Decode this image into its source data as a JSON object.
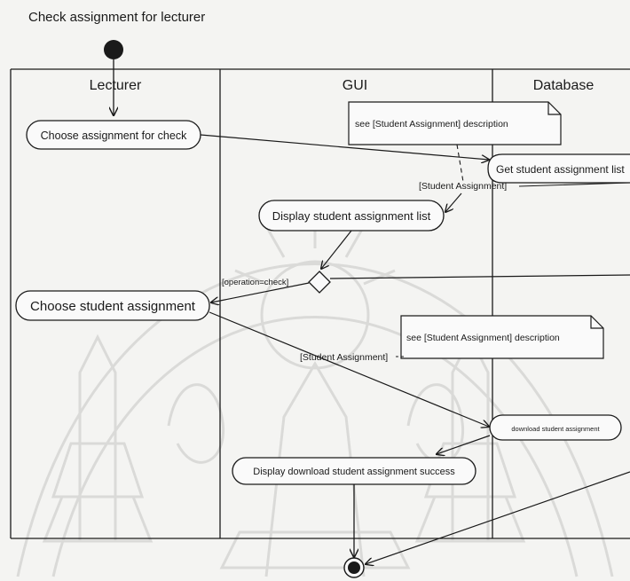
{
  "diagram": {
    "title": "Check assignment for lecturer",
    "lanes": {
      "lecturer": "Lecturer",
      "gui": "GUI",
      "database": "Database"
    },
    "actions": {
      "choose_assignment": "Choose assignment for check",
      "get_list": "Get student assignment list",
      "display_list": "Display student assignment list",
      "choose_student_assignment": "Choose student assignment",
      "download": "download student assignment",
      "display_success": "Display download student assignment success"
    },
    "notes": {
      "note1": "see [Student Assignment] description",
      "note2": "see [Student Assignment] description"
    },
    "objects": {
      "obj1": "[Student Assignment]",
      "obj2": "[Student Assignment]"
    },
    "guards": {
      "operation_check": "[operation=check]"
    }
  }
}
